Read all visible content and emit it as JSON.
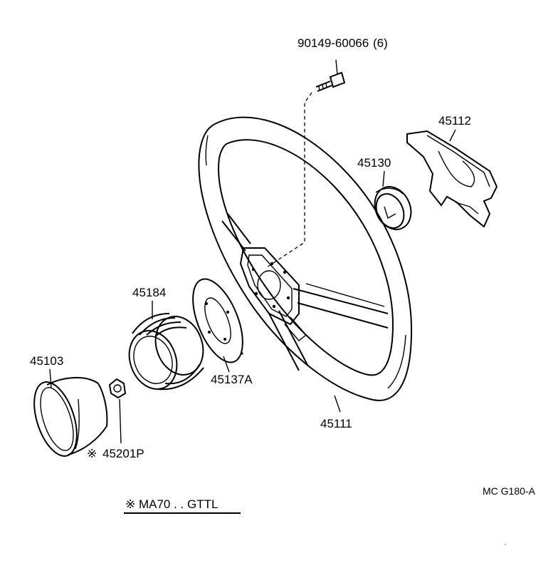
{
  "parts": {
    "bolt": {
      "number": "90149-60066",
      "qty": "(6)"
    },
    "pad": {
      "number": "45112"
    },
    "horn_contact": {
      "number": "45130"
    },
    "hub": {
      "number": "45184"
    },
    "spacer": {
      "number": "45137A"
    },
    "cover": {
      "number": "45103"
    },
    "nut": {
      "number": "45201P",
      "marker": "※"
    },
    "wheel": {
      "number": "45111"
    }
  },
  "footnote": {
    "text": "※ MA70 . . GTTL"
  },
  "diagram_code": "MC  G180-A"
}
